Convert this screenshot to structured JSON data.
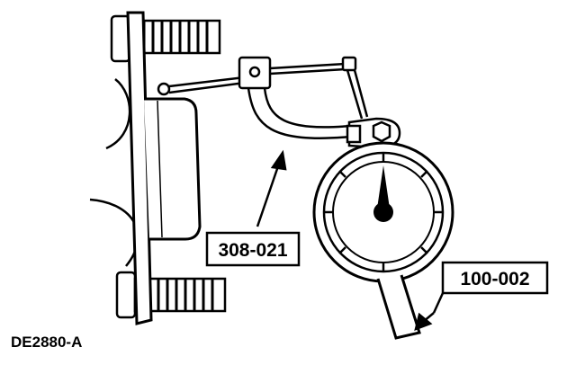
{
  "callouts": {
    "adapter_tool": "308-021",
    "dial_indicator_tool": "100-002"
  },
  "figure_id": "DE2880-A",
  "colors": {
    "ink": "#000000",
    "paper": "#ffffff"
  }
}
